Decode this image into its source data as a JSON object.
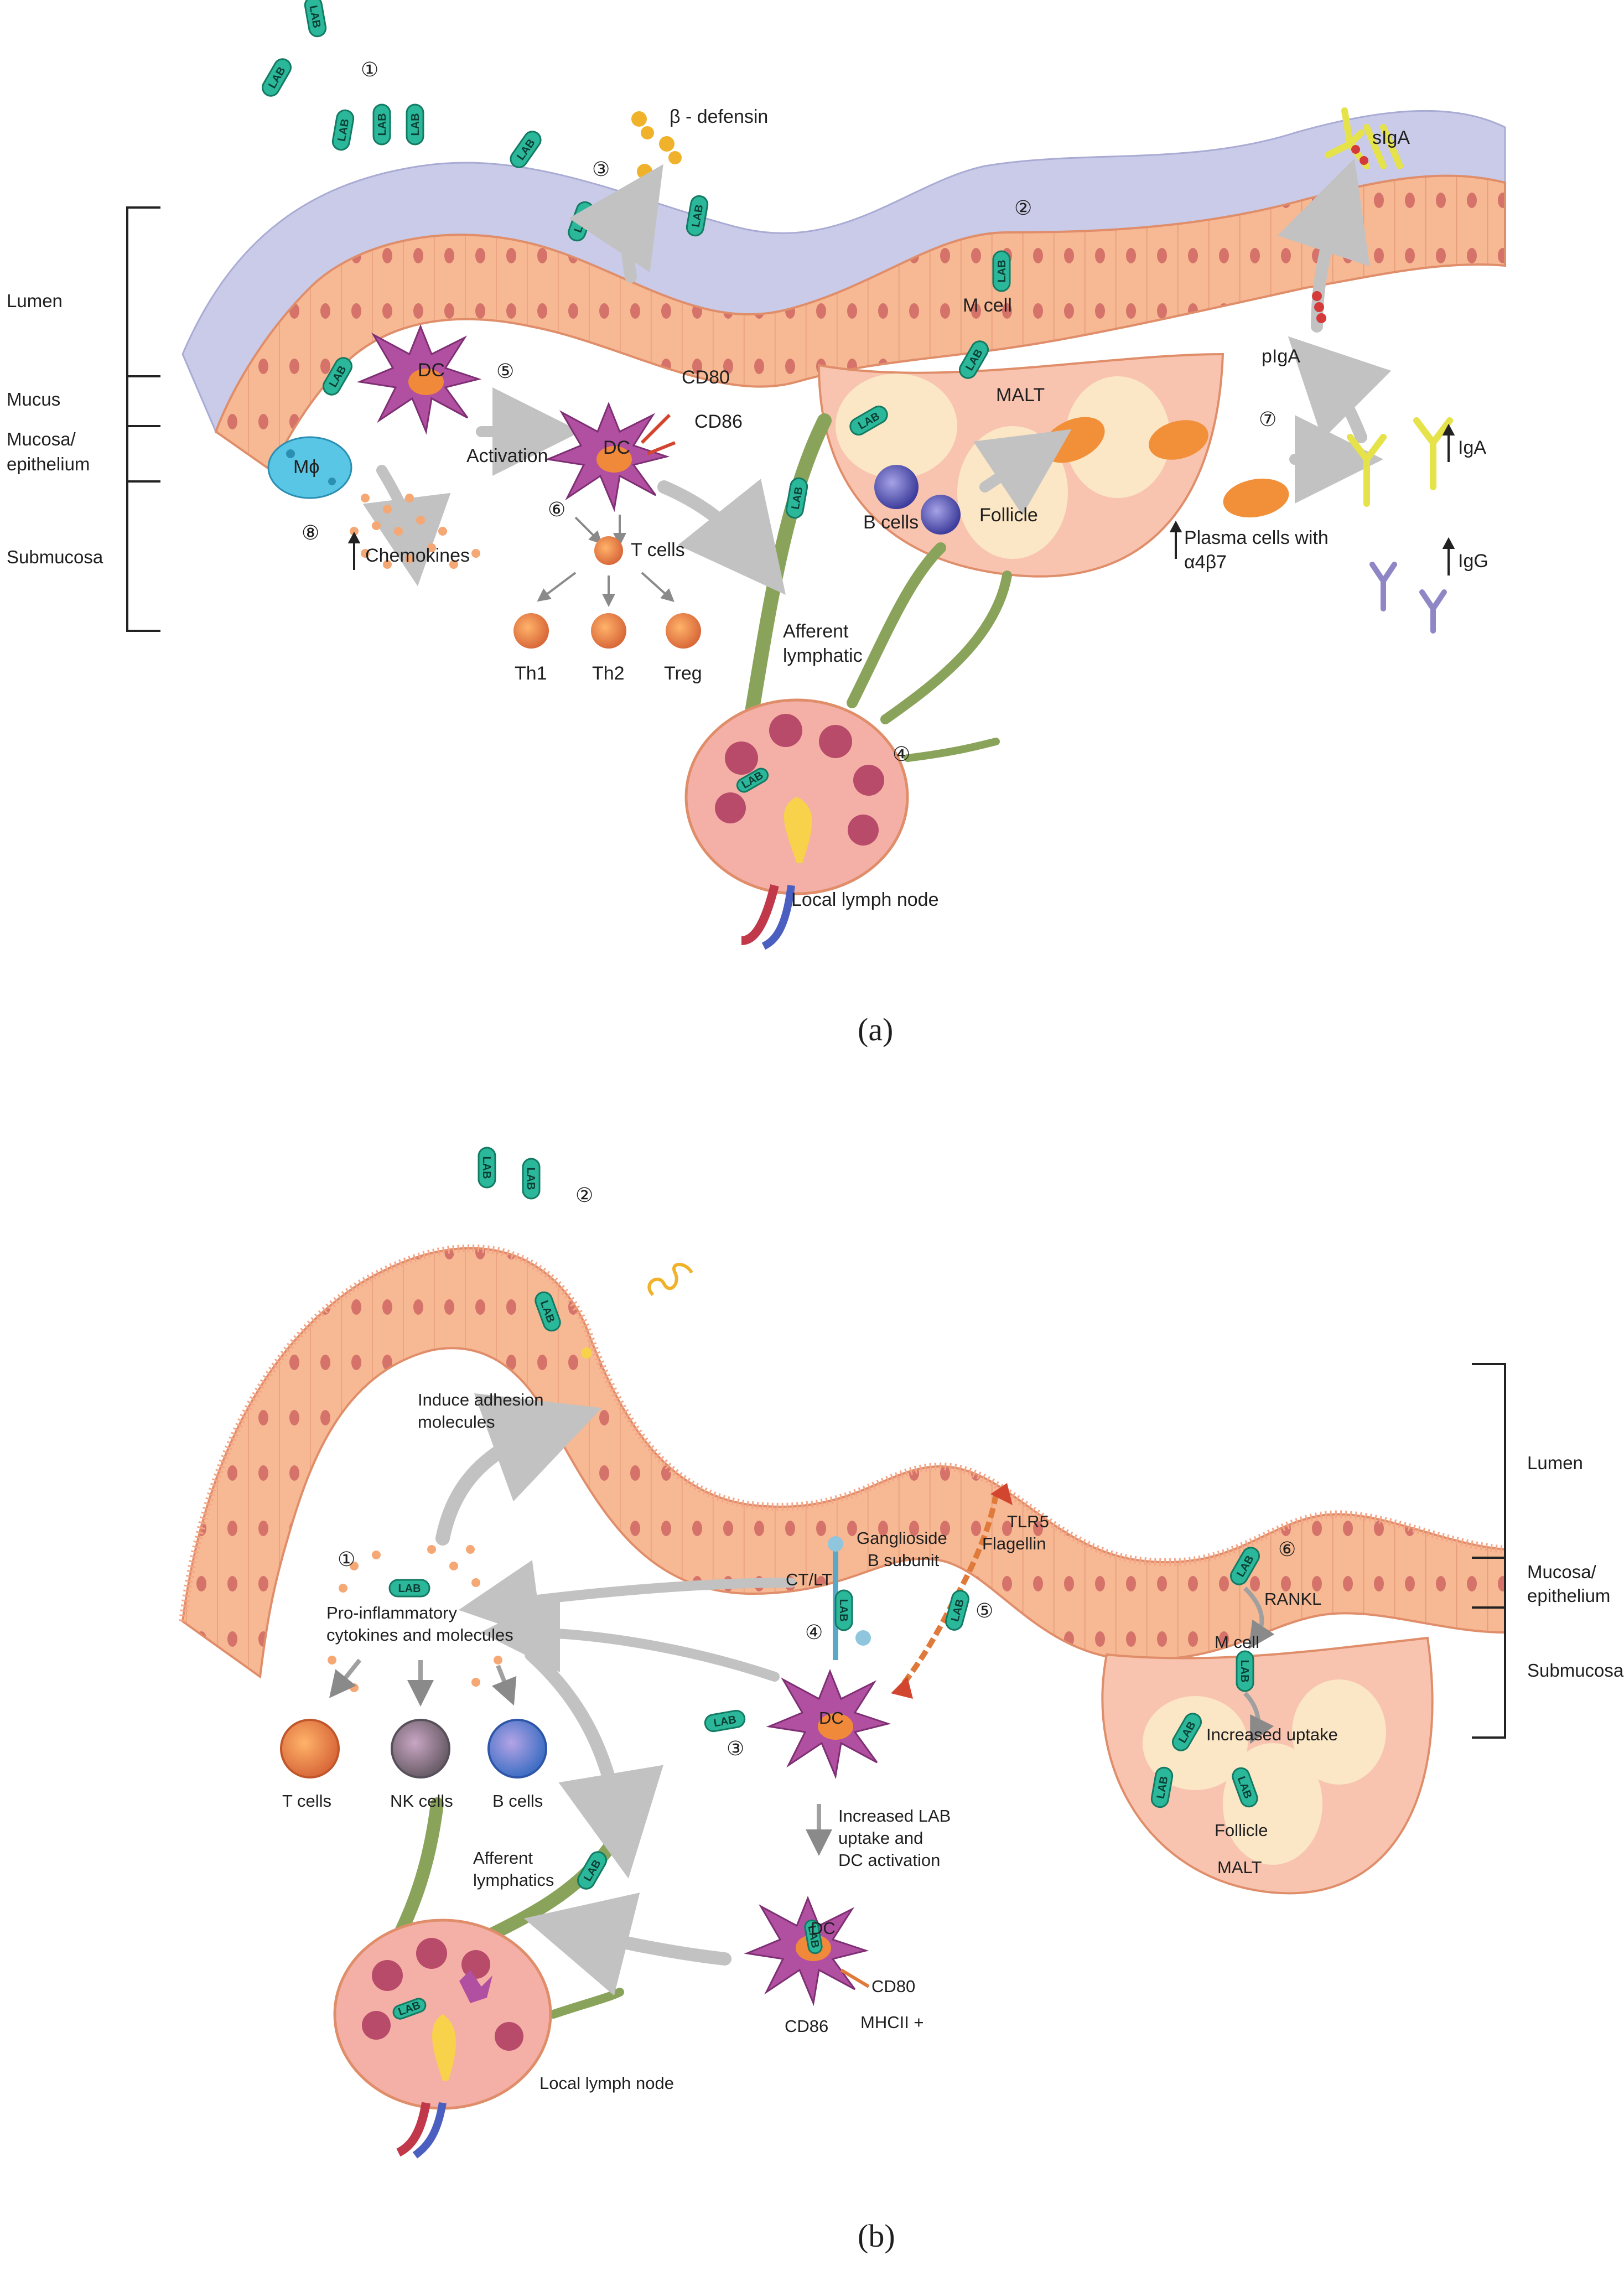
{
  "panel_a": {
    "caption": "(a)",
    "side_labels": {
      "lumen": "Lumen",
      "mucus": "Mucus",
      "mucosa_line1": "Mucosa/",
      "mucosa_line2": "epithelium",
      "submucosa": "Submucosa"
    },
    "labels": {
      "beta_defensin": "β - defensin",
      "m_cell": "M cell",
      "malt": "MALT",
      "siga": "sIgA",
      "piga": "pIgA",
      "iga": "IgA",
      "igg": "IgG",
      "dc1": "DC",
      "dc2": "DC",
      "cd80": "CD80",
      "cd86": "CD86",
      "activation": "Activation",
      "mphi": "Mϕ",
      "chemokines": "Chemokines",
      "t_cells": "T cells",
      "th1": "Th1",
      "th2": "Th2",
      "treg": "Treg",
      "b_cells": "B cells",
      "follicle": "Follicle",
      "plasma_line1": "Plasma cells with",
      "plasma_line2": "α4β7",
      "afferent_line1": "Afferent",
      "afferent_line2": "lymphatic",
      "lymph_node": "Local lymph node"
    },
    "numbers": [
      "①",
      "②",
      "③",
      "④",
      "⑤",
      "⑥",
      "⑦",
      "⑧"
    ]
  },
  "panel_b": {
    "caption": "(b)",
    "side_labels": {
      "lumen": "Lumen",
      "mucosa_line1": "Mucosa/",
      "mucosa_line2": "epithelium",
      "submucosa": "Submucosa"
    },
    "labels": {
      "adhesion_line1": "Induce adhesion",
      "adhesion_line2": "molecules",
      "proinf_line1": "Pro-inflammatory",
      "proinf_line2": "cytokines and molecules",
      "t_cells": "T cells",
      "nk_cells": "NK cells",
      "b_cells": "B cells",
      "ganglioside_line1": "Ganglioside",
      "ganglioside_line2": "B subunit",
      "ct_lt": "CT/LT",
      "tlr5": "TLR5",
      "flagellin": "Flagellin",
      "dc1": "DC",
      "dc2": "DC",
      "increased_line1": "Increased LAB",
      "increased_line2": "uptake and",
      "increased_line3": "DC activation",
      "cd80": "CD80",
      "cd86": "CD86",
      "mhcii": "MHCII +",
      "afferent_line1": "Afferent",
      "afferent_line2": "lymphatics",
      "lymph_node": "Local lymph node",
      "rankl": "RANKL",
      "m_cell": "M cell",
      "increased_uptake": "Increased uptake",
      "follicle": "Follicle",
      "malt": "MALT"
    },
    "numbers": [
      "①",
      "②",
      "③",
      "④",
      "⑤",
      "⑥"
    ]
  },
  "lab_label": "LAB",
  "colors": {
    "epithelium": "#f7b894",
    "epithelium_dark": "#e59a77",
    "mucus": "#c9cbe8",
    "lab_bacteria": "#2bb89a",
    "dc": "#b14fa0",
    "malt": "#f8c4b0",
    "follicle": "#fbe6c6",
    "lymphatic": "#8aa35a",
    "arrow": "#c2c2c2",
    "antibody_yellow": "#e6e24a",
    "igg_purple": "#8f86c6"
  }
}
